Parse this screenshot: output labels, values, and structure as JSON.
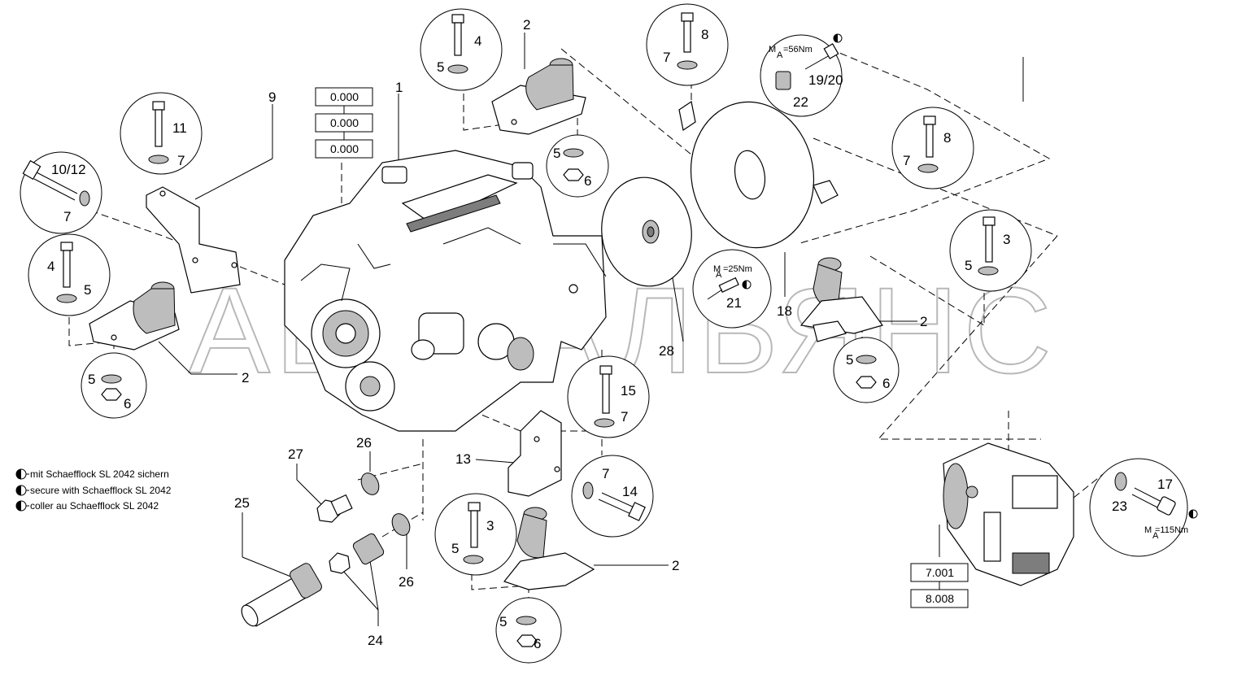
{
  "watermark": "АВТОАЛЬЯНС",
  "ref_boxes": {
    "engine": [
      "0.000",
      "0.000",
      "0.000"
    ],
    "pump": [
      "7.001",
      "8.008"
    ]
  },
  "callouts": {
    "c1": "1",
    "c2a": "2",
    "c2b": "2",
    "c2c": "2",
    "c2d": "2",
    "c3a": "3",
    "c3b": "3",
    "c4a": "4",
    "c4b": "4",
    "c5a": "5",
    "c5b": "5",
    "c5c": "5",
    "c5d": "5",
    "c5e": "5",
    "c5f": "5",
    "c5g": "5",
    "c5h": "5",
    "c6a": "6",
    "c6b": "6",
    "c6c": "6",
    "c6d": "6",
    "c7a": "7",
    "c7b": "7",
    "c7c": "7",
    "c7d": "7",
    "c7e": "7",
    "c7f": "7",
    "c8a": "8",
    "c8b": "8",
    "c9": "9",
    "c1012": "10/12",
    "c11": "11",
    "c13": "13",
    "c14": "14",
    "c15": "15",
    "c17": "17",
    "c18": "18",
    "c1920": "19/20",
    "c21": "21",
    "c22": "22",
    "c23": "23",
    "c24": "24",
    "c25": "25",
    "c26a": "26",
    "c26b": "26",
    "c27": "27",
    "c28": "28"
  },
  "torques": {
    "t56": {
      "m": "M",
      "sub": "A",
      "val": "=56Nm"
    },
    "t25": {
      "m": "M",
      "sub": "A",
      "val": "=25Nm"
    },
    "t115": {
      "m": "M",
      "sub": "A",
      "val": "=115Nm"
    }
  },
  "legend": [
    "mit Schaefflock SL 2042 sichern",
    "secure with Schaefflock SL 2042",
    "coller au Schaefflock SL 2042"
  ]
}
